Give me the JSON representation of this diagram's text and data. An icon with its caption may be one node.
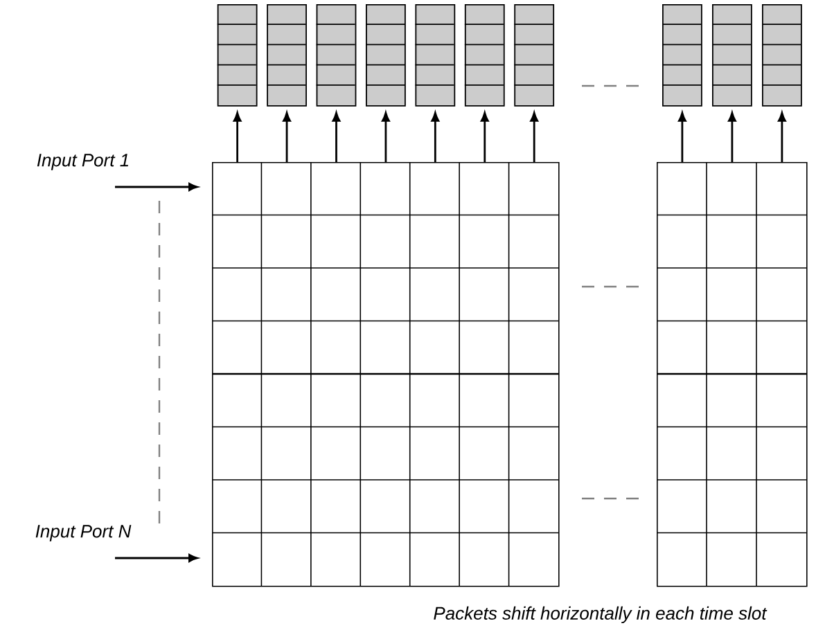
{
  "diagram": {
    "caption": "Packets shift horizontally in each time slot",
    "nodes": [
      {
        "text": [],
        "shape": "box"
      },
      {
        "text": [],
        "shape": "box"
      },
      {
        "text": [],
        "shape": "box"
      },
      {
        "text": [],
        "shape": "box"
      },
      {
        "text": [],
        "shape": "box"
      },
      {
        "text": [],
        "shape": "box"
      },
      {
        "text": [],
        "shape": "box"
      },
      {
        "text": [],
        "shape": "box"
      },
      {
        "text": [],
        "shape": "box"
      },
      {
        "text": [],
        "shape": "box"
      },
      {
        "text": [],
        "shape": "box"
      },
      {
        "text": [],
        "shape": "box"
      }
    ],
    "edges": [
      {
        "from": null,
        "to": 0,
        "arrow": "to",
        "label": "Input Port 1"
      },
      {
        "from": null,
        "to": 0,
        "arrow": "to",
        "label": "Input Port N"
      },
      {
        "from": 0,
        "to": 2,
        "arrow": "to"
      },
      {
        "from": 0,
        "to": 3,
        "arrow": "to"
      },
      {
        "from": 0,
        "to": 4,
        "arrow": "to"
      },
      {
        "from": 0,
        "to": 5,
        "arrow": "to"
      },
      {
        "from": 0,
        "to": 6,
        "arrow": "to"
      },
      {
        "from": 0,
        "to": 7,
        "arrow": "to"
      },
      {
        "from": 0,
        "to": 8,
        "arrow": "to"
      },
      {
        "from": 1,
        "to": 9,
        "arrow": "to"
      },
      {
        "from": 1,
        "to": 10,
        "arrow": "to"
      },
      {
        "from": 1,
        "to": 11,
        "arrow": "to"
      }
    ]
  }
}
